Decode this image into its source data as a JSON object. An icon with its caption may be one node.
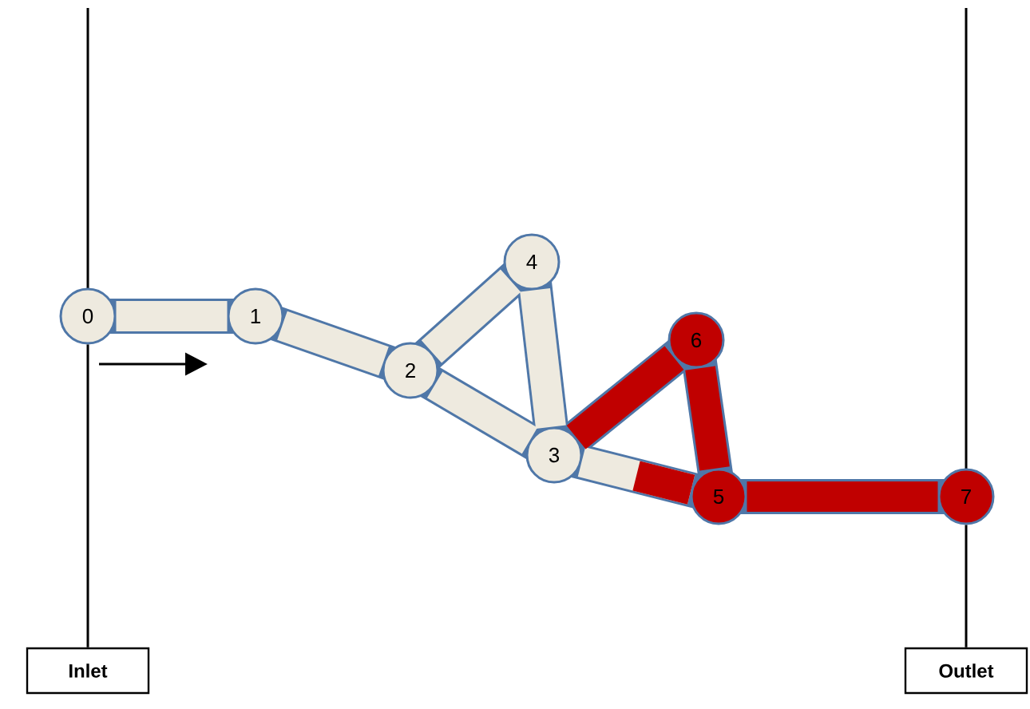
{
  "diagram": {
    "nodes": [
      {
        "text": [
          "0"
        ]
      },
      {
        "text": [
          "1"
        ]
      },
      {
        "text": [
          "2"
        ]
      },
      {
        "text": [
          "3"
        ]
      },
      {
        "text": [
          "4"
        ]
      },
      {
        "text": [
          "5"
        ]
      },
      {
        "text": [
          "6"
        ]
      },
      {
        "text": [
          "7"
        ]
      },
      {
        "text": [
          "Inlet"
        ]
      },
      {
        "text": [
          "Outlet"
        ]
      }
    ],
    "edges": [
      {
        "from": 0,
        "to": 1,
        "arrow": "none"
      },
      {
        "from": 1,
        "to": 2,
        "arrow": "none"
      },
      {
        "from": 2,
        "to": 4,
        "arrow": "none"
      },
      {
        "from": 2,
        "to": 3,
        "arrow": "none"
      },
      {
        "from": 4,
        "to": 3,
        "arrow": "none"
      },
      {
        "from": 3,
        "to": 5,
        "arrow": "none"
      },
      {
        "from": 3,
        "to": 6,
        "arrow": "none",
        "color": "#c00000"
      },
      {
        "from": 6,
        "to": 5,
        "arrow": "none",
        "color": "#c00000"
      },
      {
        "from": 5,
        "to": 7,
        "arrow": "none",
        "color": "#c00000"
      },
      {
        "from": 8,
        "to": 0,
        "arrow": "none",
        "color": "#000000"
      },
      {
        "from": 9,
        "to": 7,
        "arrow": "none",
        "color": "#000000"
      }
    ]
  }
}
